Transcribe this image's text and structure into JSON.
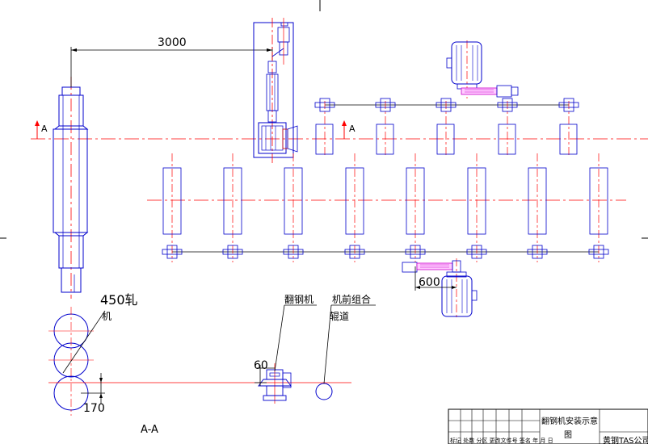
{
  "dimensions": {
    "d3000": "3000",
    "d600": "600",
    "d60": "60",
    "d170": "170"
  },
  "labels": {
    "mill_450_a": "450轧",
    "mill_450_b": "机",
    "tilter": "翻钢机",
    "roller_table_a": "机前组合",
    "roller_table_b": "辊道",
    "section_mark": "A",
    "section_mark_2": "A",
    "section_view": "A-A"
  },
  "title_block": {
    "drawing_title_a": "翻钢机安装示意",
    "drawing_title_b": "图",
    "header_row": "标记 处数 分区 更改文件号 签名 年 月 日",
    "company": "黄钢TAS公司"
  },
  "colors": {
    "outline": "#0000cc",
    "centerline": "#ff0000",
    "dimension": "#000000",
    "motor_accent": "#cc00cc",
    "inner_line": "#cc0000"
  }
}
